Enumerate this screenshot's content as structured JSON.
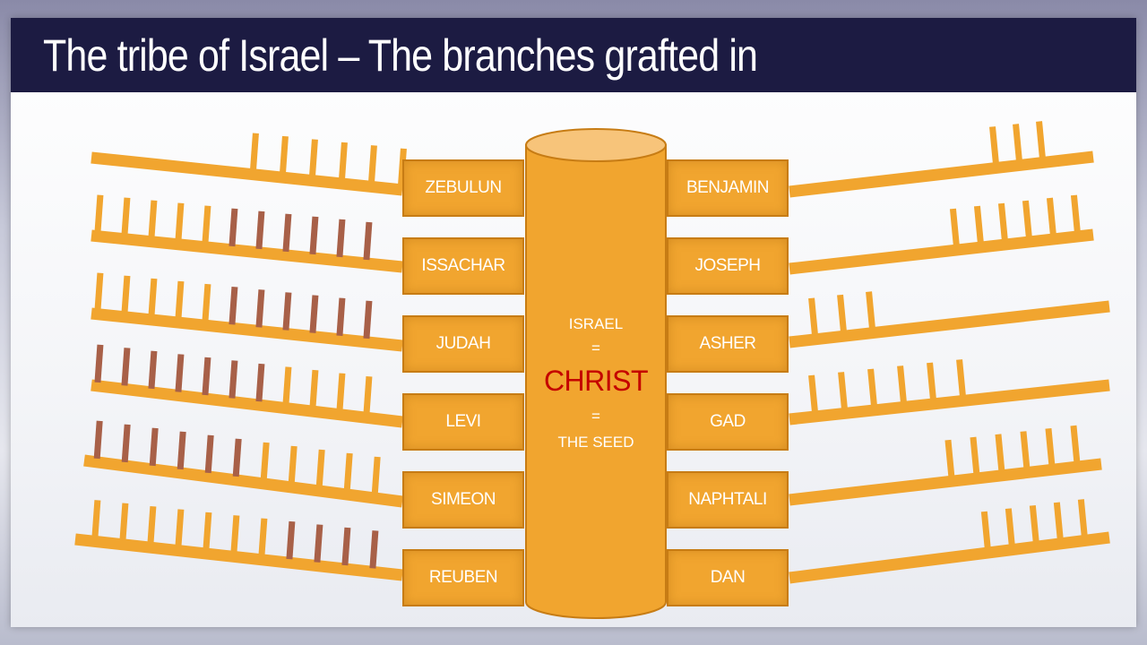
{
  "title": "The tribe of Israel – The branches grafted in",
  "tribes_left": [
    "ZEBULUN",
    "ISSACHAR",
    "JUDAH",
    "LEVI",
    "SIMEON",
    "REUBEN"
  ],
  "tribes_right": [
    "BENJAMIN",
    "JOSEPH",
    "ASHER",
    "GAD",
    "NAPHTALI",
    "DAN"
  ],
  "center": {
    "line1": "ISRAEL",
    "eq1": "=",
    "line2": "CHRIST",
    "eq2": "=",
    "line3": "THE SEED"
  },
  "colors": {
    "branch": "#f1a52f",
    "cut_branch": "#a86048",
    "title_bar": "#1c1b42",
    "christ_text": "#c40000"
  }
}
